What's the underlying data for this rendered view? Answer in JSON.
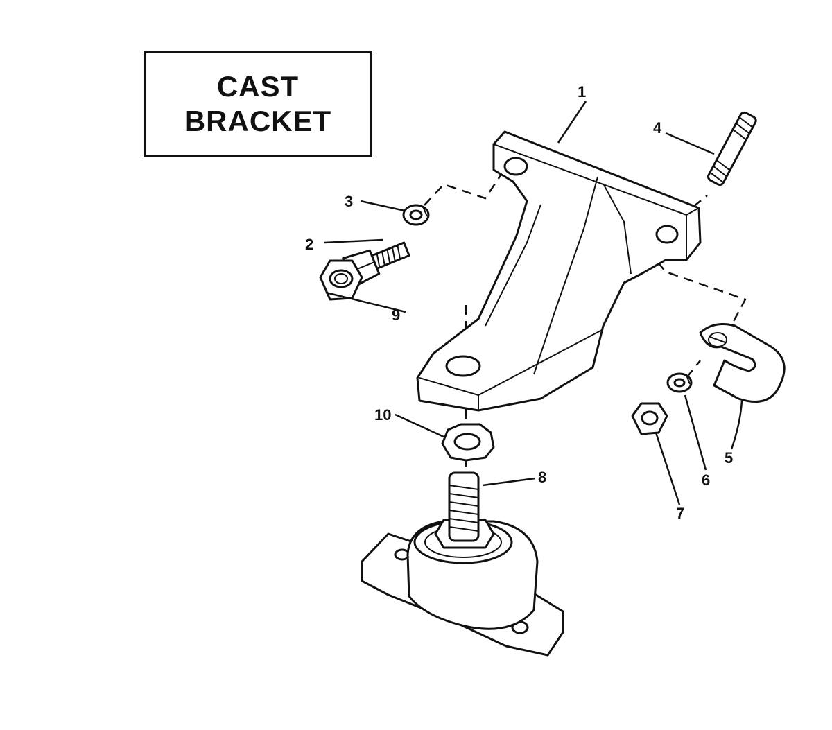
{
  "title": {
    "line1": "CAST",
    "line2": "BRACKET"
  },
  "callouts": [
    "1",
    "2",
    "3",
    "4",
    "5",
    "6",
    "7",
    "8",
    "9",
    "10"
  ]
}
